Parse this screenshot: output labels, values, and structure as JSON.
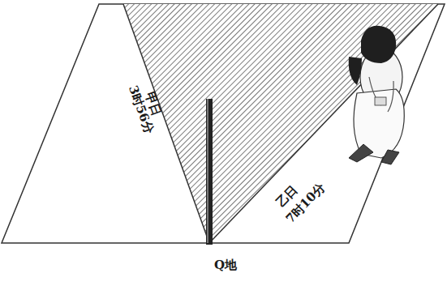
{
  "diagram": {
    "labels": [
      "甲日",
      "3时56分",
      "乙日",
      "7时10分",
      "Q地"
    ]
  }
}
